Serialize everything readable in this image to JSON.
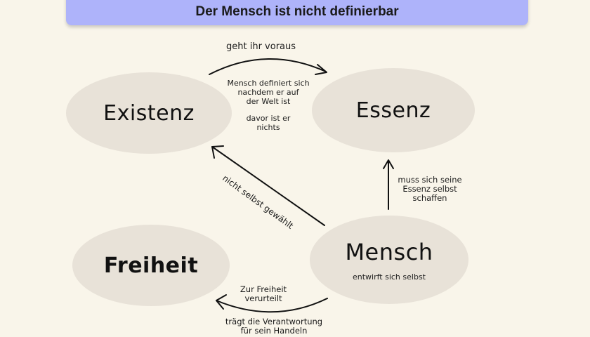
{
  "title": "Der Mensch ist nicht definierbar",
  "nodes": {
    "existenz": {
      "label": "Existenz"
    },
    "essenz": {
      "label": "Essenz"
    },
    "freiheit": {
      "label": "Freiheit"
    },
    "mensch": {
      "label": "Mensch",
      "sub": "entwirft sich selbst"
    }
  },
  "notes": {
    "geht_voraus": "geht ihr voraus",
    "definiert": {
      "line1": "Mensch definiert sich",
      "line2": "nachdem er auf",
      "line3": "der Welt ist",
      "line4": "davor ist er",
      "line5": "nichts"
    },
    "nicht_gewaehlt": "nicht selbst gewählt",
    "schaffen": {
      "line1": "muss sich seine",
      "line2": "Essenz selbst",
      "line3": "schaffen"
    },
    "verurteilt": {
      "line1": "Zur Freiheit",
      "line2": "verurteilt"
    },
    "verantwortung": {
      "line1": "trägt die Verantwortung",
      "line2": "für sein Handeln"
    }
  },
  "colors": {
    "background": "#f9f5ea",
    "title_bar": "#aeb3fa",
    "node_fill": "#e8e2d8",
    "stroke": "#111111"
  }
}
